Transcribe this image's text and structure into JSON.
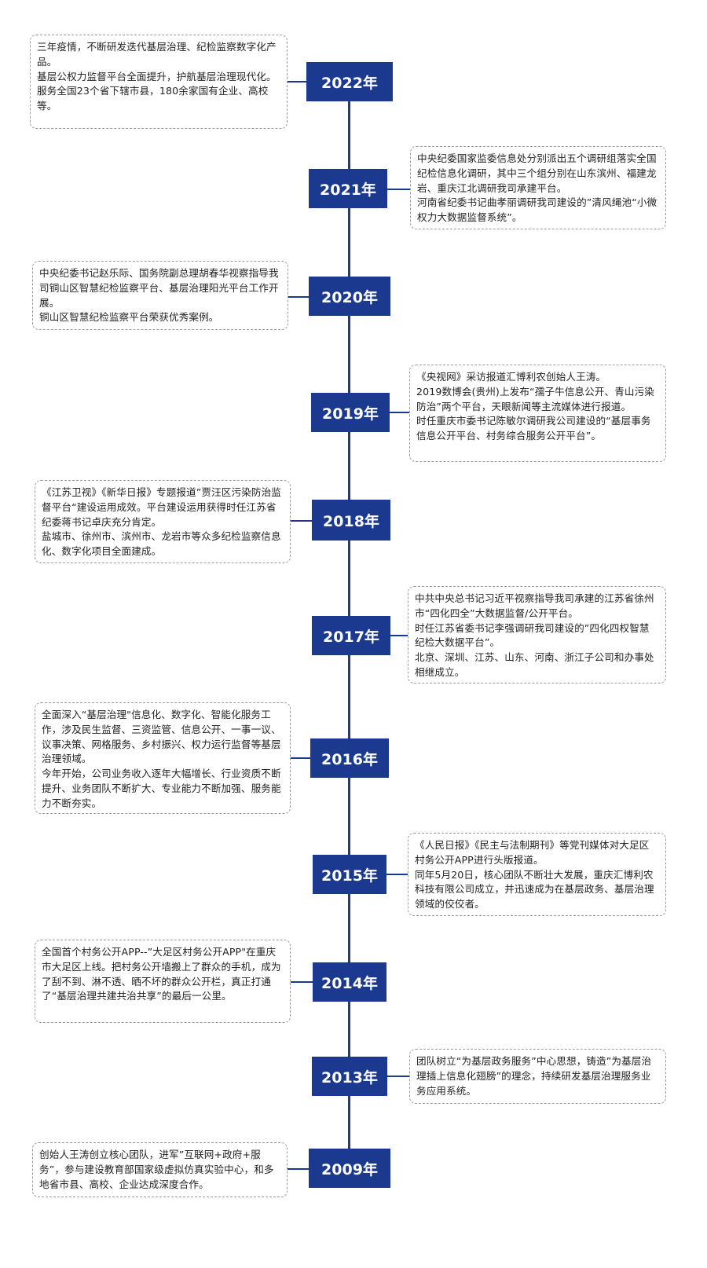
{
  "brand_color": "#1b3a8f",
  "events": [
    {
      "year": "2022年",
      "paragraphs": [
        "三年疫情，不断研发迭代基层治理、纪检监察数字化产品。",
        "基层公权力监督平台全面提升，护航基层治理现代化。",
        "服务全国23个省下辖市县，180余家国有企业、高校等。"
      ]
    },
    {
      "year": "2021年",
      "paragraphs": [
        "中央纪委国家监委信息处分别派出五个调研组落实全国纪检信息化调研，其中三个组分别在山东滨州、福建龙岩、重庆江北调研我司承建平台。",
        "河南省纪委书记曲孝丽调研我司建设的”清风绳池“小微权力大数据监督系统”。"
      ]
    },
    {
      "year": "2020年",
      "paragraphs": [
        "中央纪委书记赵乐际、国务院副总理胡春华视察指导我司铜山区智慧纪检监察平台、基层治理阳光平台工作开展。",
        "铜山区智慧纪检监察平台荣获优秀案例。"
      ]
    },
    {
      "year": "2019年",
      "paragraphs": [
        "《央视网》采访报道汇博利农创始人王涛。",
        "2019数博会(贵州)上发布“孺子牛信息公开、青山污染防治”两个平台，天眼新闻等主流媒体进行报道。",
        "时任重庆市委书记陈敏尔调研我公司建设的“基层事务信息公开平台、村务综合服务公开平台”。"
      ]
    },
    {
      "year": "2018年",
      "paragraphs": [
        "《江苏卫视》《新华日报》专题报道”贾汪区污染防治监督平台“建设运用成效。平台建设运用获得时任江苏省纪委蒋书记卓庆充分肯定。",
        "盐城市、徐州市、滨州市、龙岩市等众多纪检监察信息化、数字化项目全面建成。"
      ]
    },
    {
      "year": "2017年",
      "paragraphs": [
        "中共中央总书记习近平视察指导我司承建的江苏省徐州市“四化四全”大数据监督/公开平台。",
        "时任江苏省委书记李强调研我司建设的”四化四权智慧纪检大数据平台”。",
        "北京、深圳、江苏、山东、河南、浙江子公司和办事处相继成立。"
      ]
    },
    {
      "year": "2016年",
      "paragraphs": [
        "全面深入“基层治理\"信息化、数字化、智能化服务工作，涉及民生监督、三资监管、信息公开、一事一议、议事决策、网格服务、乡村振兴、权力运行监督等基层治理领域。",
        "今年开始，公司业务收入逐年大幅增长、行业资质不断提升、业务团队不断扩大、专业能力不断加强、服务能力不断夯实。"
      ]
    },
    {
      "year": "2015年",
      "paragraphs": [
        "《人民日报》《民主与法制期刊》等党刊媒体对大足区村务公开APP进行头版报道。",
        "同年5月20日，核心团队不断壮大发展，重庆汇博利农科技有限公司成立，并迅速成为在基层政务、基层治理领域的佼佼者。"
      ]
    },
    {
      "year": "2014年",
      "paragraphs": [
        "全国首个村务公开APP--”大足区村务公开APP\"在重庆市大足区上线。把村务公开墙搬上了群众的手机，成为了刮不到、淋不透、晒不坏的群众公开栏，真正打通了“基层治理共建共治共享”的最后一公里。"
      ]
    },
    {
      "year": "2013年",
      "paragraphs": [
        "团队树立“为基层政务服务”中心思想，铸造”为基层治理插上信息化翅膀”的理念，持续研发基层治理服务业务应用系统。"
      ]
    },
    {
      "year": "2009年",
      "paragraphs": [
        "创始人王涛创立核心团队，进军”互联网+政府+服务”，参与建设教育部国家级虚拟仿真实验中心，和多地省市县、高校、企业达成深度合作。"
      ]
    }
  ]
}
